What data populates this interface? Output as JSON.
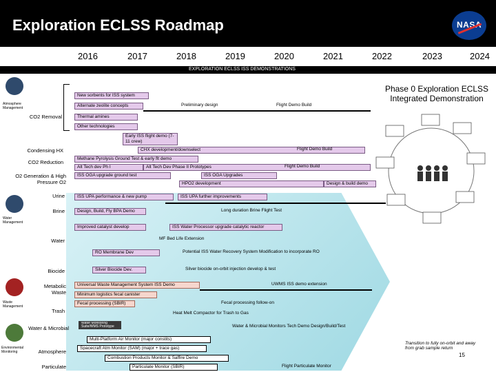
{
  "title": "Exploration ECLSS Roadmap",
  "logo_text": "NASA",
  "years": [
    "2016",
    "2017",
    "2018",
    "2019",
    "2020",
    "2021",
    "2022",
    "2023",
    "2024"
  ],
  "demo_band": "EXPLORATION ECLSS ISS DEMONSTRATIONS",
  "phase0": "Phase 0 Exploration ECLSS Integrated Demonstration",
  "categories": {
    "atmosphere": "Atmosphere Management",
    "water": "Water Management",
    "waste": "Waste Management",
    "env": "Environmental Monitoring"
  },
  "row_labels": {
    "co2_removal": "CO2 Removal",
    "condensing_hx": "Condensing HX",
    "co2_reduction": "CO2 Reduction",
    "o2_gen": "O2 Generation & High Pressure O2",
    "urine": "Urine",
    "brine": "Brine",
    "water": "Water",
    "biocide": "Biocide",
    "metabolic_waste": "Metabolic Waste",
    "trash": "Trash",
    "water_microbial": "Water & Microbial",
    "atmosphere": "Atmosphere",
    "particulate": "Particulate"
  },
  "bars": {
    "b1": "New sorbents for ISS system",
    "b2": "Alternate zeolite concepts",
    "b3": "Preliminary design",
    "b4": "Flight Demo Build",
    "b5": "Thermal amines",
    "b6": "Other technologies",
    "b7": "Early ISS flight demo (7-11 crew)",
    "b8": "CHX development/downselect",
    "b9": "Flight Demo Build",
    "b10": "Methane Pyrolysis Ground Test & early flt demo",
    "b11": "Alt Tech dev Ph I",
    "b12": "Alt Tech Dev Phase II Prototypes",
    "b13": "Flight Demo Build",
    "b14": "ISS OGA upgrade ground test",
    "b15": "ISS OGA Upgrades",
    "b16": "HPO2 development",
    "b17": "Design & build demo",
    "b18": "ISS UPA performance & new pump",
    "b19": "ISS UPA further improvements",
    "b20": "Design, Build, Fly BPA Demo",
    "b21": "Long duration Brine Flight Test",
    "b22": "Improved catalyst develop",
    "b23": "ISS Water Processor upgrade catalytic reactor",
    "b24": "MF Bed Life Extension",
    "b25": "RO Membrane Dev",
    "b26": "Potential ISS Water Recovery System Modification to incorporate RO",
    "b27": "Silver Biocide Dev.",
    "b28": "Silver biocide on-orbit injection develop & test",
    "b29": "Universal Waste Management System ISS Demo",
    "b30": "UWMS ISS demo extension",
    "b31": "Minimum logistics fecal canister",
    "b32": "Fecal processing (SBIR)",
    "b33": "Fecal processing follow-on",
    "b34": "Heat Melt Compactor for Trash to Gas",
    "b35": "Water Monitoring Suite/WMS Prototype",
    "b36": "Water & Microbial Monitors Tech Demo Design/Build/Test",
    "b37": "Multi-Platform Air Monitor (major constits)",
    "b38": "Spacecraft Atm Monitor (SAM) (major + trace gas)",
    "b39": "Combustion Products Monitor & Saffire Demo",
    "b40": "Particulate Monitor (SBIR)",
    "b41": "Flight Particulate Monitor"
  },
  "transition_note": "Transition to fully on-orbit and away from grab sample return",
  "page_number": "15"
}
